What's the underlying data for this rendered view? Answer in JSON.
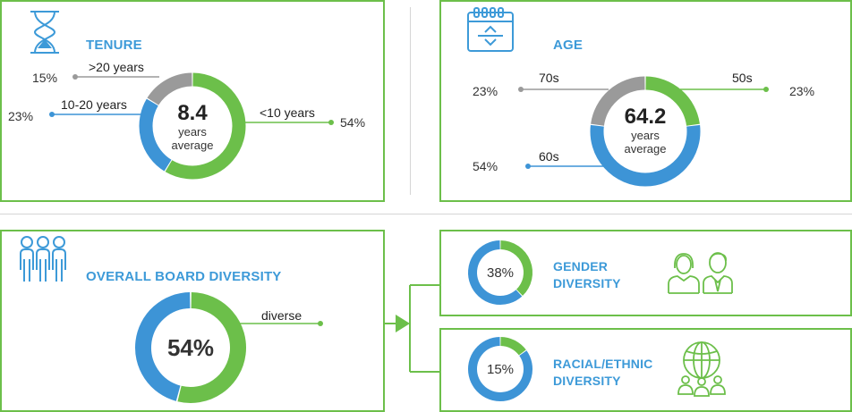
{
  "colors": {
    "green": "#6cbf4a",
    "blue": "#3d94d6",
    "gray": "#9a9a9a",
    "title": "#3d9ad8"
  },
  "tenure": {
    "title": "TENURE",
    "center_value": "8.4",
    "center_line1": "years",
    "center_line2": "average",
    "segments": [
      {
        "label": "<10 years",
        "pct": "54%",
        "value": 54,
        "color": "green"
      },
      {
        "label": "10-20 years",
        "pct": "23%",
        "value": 23,
        "color": "blue"
      },
      {
        "label": ">20 years",
        "pct": "15%",
        "value": 15,
        "color": "gray"
      }
    ]
  },
  "age": {
    "title": "AGE",
    "center_value": "64.2",
    "center_line1": "years",
    "center_line2": "average",
    "segments": [
      {
        "label": "50s",
        "pct": "23%",
        "value": 23,
        "color": "green"
      },
      {
        "label": "60s",
        "pct": "54%",
        "value": 54,
        "color": "blue"
      },
      {
        "label": "70s",
        "pct": "23%",
        "value": 23,
        "color": "gray"
      }
    ]
  },
  "overall": {
    "title": "OVERALL BOARD DIVERSITY",
    "center_value": "54%",
    "label": "diverse",
    "value": 54
  },
  "gender": {
    "line1": "GENDER",
    "line2": "DIVERSITY",
    "value_text": "38%",
    "value": 38
  },
  "racial": {
    "line1": "RACIAL/ETHNIC",
    "line2": "DIVERSITY",
    "value_text": "15%",
    "value": 15
  },
  "chart_data": [
    {
      "type": "pie",
      "title": "TENURE",
      "categories": [
        "<10 years",
        "10-20 years",
        ">20 years"
      ],
      "values": [
        54,
        23,
        15
      ]
    },
    {
      "type": "pie",
      "title": "AGE",
      "categories": [
        "50s",
        "60s",
        "70s"
      ],
      "values": [
        23,
        54,
        23
      ]
    },
    {
      "type": "pie",
      "title": "OVERALL BOARD DIVERSITY",
      "categories": [
        "diverse"
      ],
      "values": [
        54
      ]
    },
    {
      "type": "pie",
      "title": "GENDER DIVERSITY",
      "values": [
        38
      ]
    },
    {
      "type": "pie",
      "title": "RACIAL/ETHNIC DIVERSITY",
      "values": [
        15
      ]
    }
  ]
}
